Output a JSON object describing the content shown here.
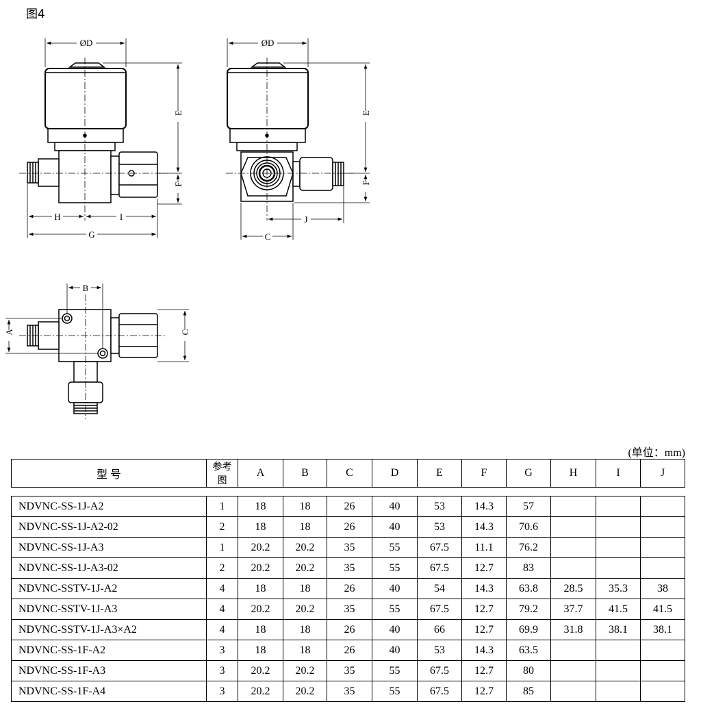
{
  "figure_label": "图4",
  "dim_labels": {
    "D": "ØD",
    "E": "E",
    "F": "F",
    "H": "H",
    "I": "I",
    "G": "G",
    "J": "J",
    "C": "C",
    "B": "B",
    "A": "A"
  },
  "unit_note": "(单位：mm)",
  "table": {
    "headers": [
      "型 号",
      "参考图",
      "A",
      "B",
      "C",
      "D",
      "E",
      "F",
      "G",
      "H",
      "I",
      "J"
    ],
    "rows": [
      [
        "NDVNC-SS-1J-A2",
        "1",
        "18",
        "18",
        "26",
        "40",
        "53",
        "14.3",
        "57",
        "",
        "",
        ""
      ],
      [
        "NDVNC-SS-1J-A2-02",
        "2",
        "18",
        "18",
        "26",
        "40",
        "53",
        "14.3",
        "70.6",
        "",
        "",
        ""
      ],
      [
        "NDVNC-SS-1J-A3",
        "1",
        "20.2",
        "20.2",
        "35",
        "55",
        "67.5",
        "11.1",
        "76.2",
        "",
        "",
        ""
      ],
      [
        "NDVNC-SS-1J-A3-02",
        "2",
        "20.2",
        "20.2",
        "35",
        "55",
        "67.5",
        "12.7",
        "83",
        "",
        "",
        ""
      ],
      [
        "NDVNC-SSTV-1J-A2",
        "4",
        "18",
        "18",
        "26",
        "40",
        "54",
        "14.3",
        "63.8",
        "28.5",
        "35.3",
        "38"
      ],
      [
        "NDVNC-SSTV-1J-A3",
        "4",
        "20.2",
        "20.2",
        "35",
        "55",
        "67.5",
        "12.7",
        "79.2",
        "37.7",
        "41.5",
        "41.5"
      ],
      [
        "NDVNC-SSTV-1J-A3×A2",
        "4",
        "18",
        "18",
        "26",
        "40",
        "66",
        "12.7",
        "69.9",
        "31.8",
        "38.1",
        "38.1"
      ],
      [
        "NDVNC-SS-1F-A2",
        "3",
        "18",
        "18",
        "26",
        "40",
        "53",
        "14.3",
        "63.5",
        "",
        "",
        ""
      ],
      [
        "NDVNC-SS-1F-A3",
        "3",
        "20.2",
        "20.2",
        "35",
        "55",
        "67.5",
        "12.7",
        "80",
        "",
        "",
        ""
      ],
      [
        "NDVNC-SS-1F-A4",
        "3",
        "20.2",
        "20.2",
        "35",
        "55",
        "67.5",
        "12.7",
        "85",
        "",
        "",
        ""
      ]
    ]
  }
}
